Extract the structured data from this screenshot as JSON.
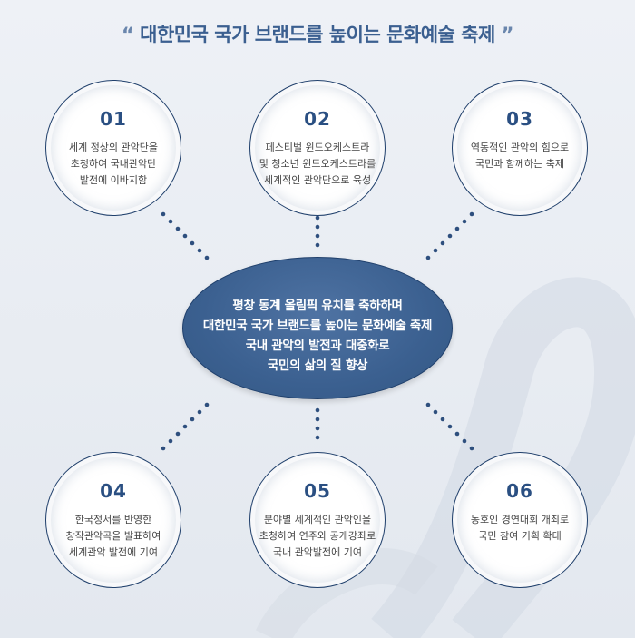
{
  "title": "대한민국 국가 브랜드를 높이는 문화예술 축제",
  "title_open_quote": "“",
  "title_close_quote": "”",
  "center": {
    "lines": "평창 동계 올림픽 유치를 축하하며\n대한민국 국가 브랜드를 높이는 문화예술 축제\n국내 관악의 발전과 대중화로\n국민의 삶의 질 향상"
  },
  "items": [
    {
      "number": "01",
      "text": "세계 정상의 관악단을\n초청하여 국내관악단\n발전에 이바지함"
    },
    {
      "number": "02",
      "text": "페스티벌 윈드오케스트라\n및 청소년 윈드오케스트라를\n세계적인 관악단으로 육성"
    },
    {
      "number": "03",
      "text": "역동적인 관악의 힘으로\n국민과 함께하는 축제"
    },
    {
      "number": "04",
      "text": "한국정서를 반영한\n창작관악곡을 발표하여\n세계관악 발전에 기여"
    },
    {
      "number": "05",
      "text": "분야별 세계적인 관악인을\n초청하여 연주와 공개강좌로\n국내 관악발전에 기여"
    },
    {
      "number": "06",
      "text": "동호인 경연대회 개최로\n국민 참여 기획 확대"
    }
  ],
  "colors": {
    "title": "#3b5f90",
    "number": "#2a4f82",
    "center_fill": "#3b6090",
    "dots": "#2e4f7e",
    "circle_border": "#1f3f6b"
  }
}
